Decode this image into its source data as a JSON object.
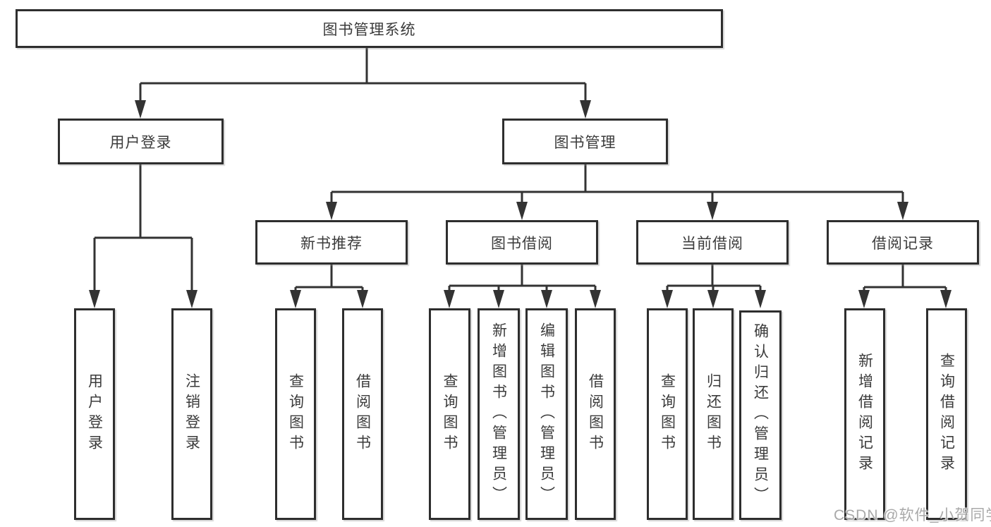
{
  "diagram": {
    "root": {
      "label": "图书管理系统"
    },
    "branches": [
      {
        "label": "用户登录",
        "children": [
          {
            "label": "用户登录"
          },
          {
            "label": "注销登录"
          }
        ]
      },
      {
        "label": "图书管理",
        "children": [
          {
            "label": "新书推荐",
            "children": [
              {
                "label": "查询图书"
              },
              {
                "label": "借阅图书"
              }
            ]
          },
          {
            "label": "图书借阅",
            "children": [
              {
                "label": "查询图书"
              },
              {
                "label": "新增图书（管理员）"
              },
              {
                "label": "编辑图书（管理员）"
              },
              {
                "label": "借阅图书"
              }
            ]
          },
          {
            "label": "当前借阅",
            "children": [
              {
                "label": "查询图书"
              },
              {
                "label": "归还图书"
              },
              {
                "label": "确认归还（管理员）"
              }
            ]
          },
          {
            "label": "借阅记录",
            "children": [
              {
                "label": "新增借阅记录"
              },
              {
                "label": "查询借阅记录"
              }
            ]
          }
        ]
      }
    ]
  },
  "watermark": {
    "text": "CSDN @软件_小贺同学"
  },
  "colors": {
    "line": "#333333",
    "box_border": "#2e2e2e",
    "text": "#3b3b3b",
    "watermark": "#a9a9a9",
    "background": "#ffffff"
  }
}
